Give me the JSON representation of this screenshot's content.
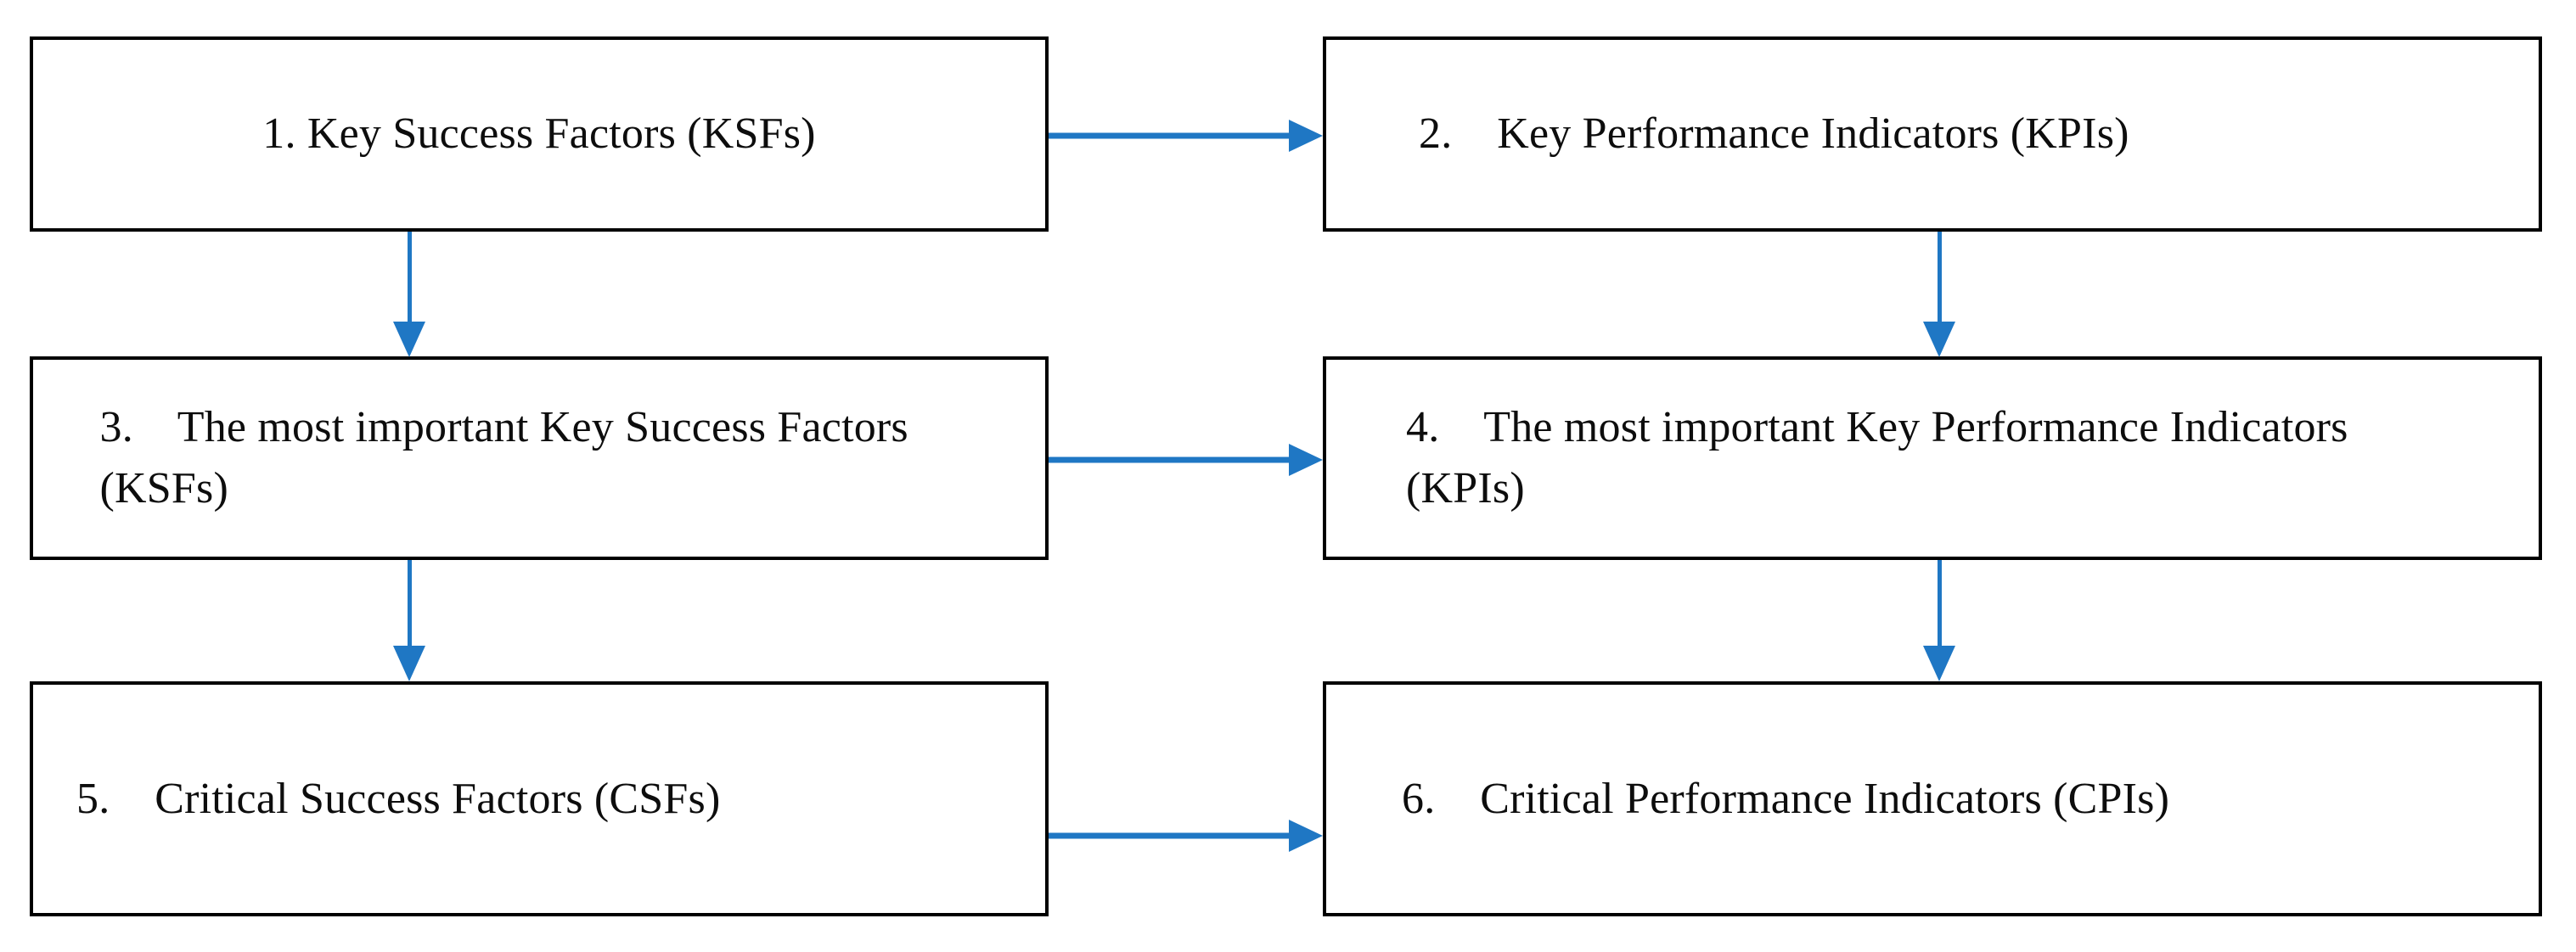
{
  "diagram": {
    "title": "KSF to CPI progression flowchart",
    "accent_color": "#1F77C4",
    "border_color": "#000000",
    "background_color": "#FFFFFF",
    "text_color": "#0D0D0D",
    "nodes": [
      {
        "id": 1,
        "number": "1.",
        "label": "1. Key Success Factors (KSFs)"
      },
      {
        "id": 2,
        "number": "2.",
        "label": "2.    Key Performance Indicators (KPIs)"
      },
      {
        "id": 3,
        "number": "3.",
        "label": "3.    The most important Key Success Factors (KSFs)"
      },
      {
        "id": 4,
        "number": "4.",
        "label": "4.    The most important Key Performance Indicators (KPIs)"
      },
      {
        "id": 5,
        "number": "5.",
        "label": "5.    Critical Success Factors (CSFs)"
      },
      {
        "id": 6,
        "number": "6.",
        "label": "6.    Critical Performance Indicators (CPIs)"
      }
    ],
    "connectors": [
      {
        "id": "c1",
        "from": 1,
        "to": 2,
        "direction": "right"
      },
      {
        "id": "c2",
        "from": 1,
        "to": 3,
        "direction": "down"
      },
      {
        "id": "c3",
        "from": 2,
        "to": 4,
        "direction": "down"
      },
      {
        "id": "c4",
        "from": 3,
        "to": 4,
        "direction": "right"
      },
      {
        "id": "c5",
        "from": 3,
        "to": 5,
        "direction": "down"
      },
      {
        "id": "c6",
        "from": 4,
        "to": 6,
        "direction": "down"
      },
      {
        "id": "c7",
        "from": 5,
        "to": 6,
        "direction": "right"
      }
    ]
  }
}
